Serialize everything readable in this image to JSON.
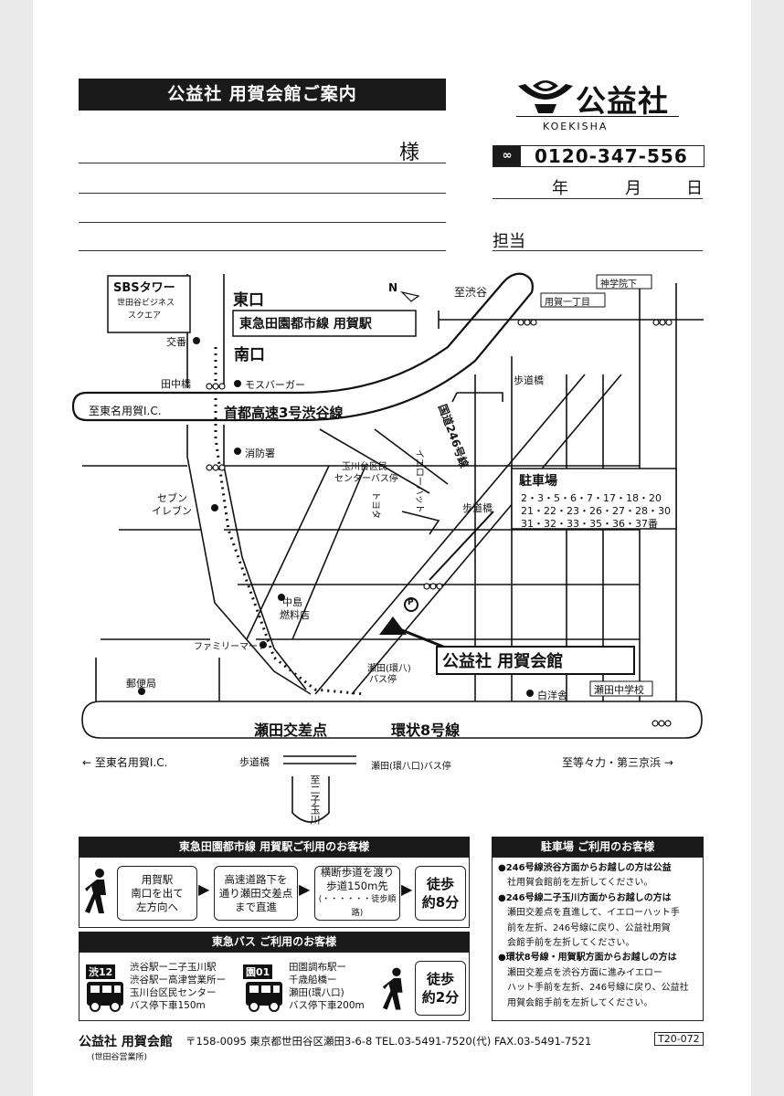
{
  "header": {
    "title": "公益社  用賀会館ご案内",
    "sama": "様",
    "date": {
      "year": "年",
      "month": "月",
      "day": "日"
    },
    "tanto": "担当"
  },
  "brand": {
    "name": "公益社",
    "romaji": "KOEKISHA",
    "free_dial_icon": "free-dial-icon",
    "phone": "0120-347-556"
  },
  "map": {
    "north": "N",
    "sbs_tower": "SBSタワー",
    "sbs_sub1": "世田谷ビジネス",
    "sbs_sub2": "スクエア",
    "east_exit": "東口",
    "station": "東急田園都市線 用賀駅",
    "south_exit": "南口",
    "koban": "交番",
    "tanakabashi": "田中橋",
    "mos": "モスバーガー",
    "to_tomei": "至東名用賀I.C.",
    "expressway": "首都高速3号渋谷線",
    "to_shibuya": "至渋谷",
    "youga1": "用賀一丁目",
    "jingu": "神学院下",
    "hodokyo": "歩道橋",
    "route246": "国道246号線",
    "fire": "消防署",
    "busstop_center1": "玉川台区民",
    "busstop_center2": "センターバス停",
    "yellowhat": "イエローハット",
    "toyota": "トヨタ",
    "seven": "セブン",
    "eleven": "イレブン",
    "parking_title": "駐車場",
    "parking_l1": "2・3・5・6・7・17・18・20",
    "parking_l2": "21・22・23・26・27・28・30",
    "parking_l3": "31・32・33・35・36・37番",
    "parking_icon": "P",
    "nakajima1": "中島",
    "nakajima2": "燃料店",
    "familymart": "ファミリーマート",
    "post": "郵便局",
    "hall": "公益社  用賀会館",
    "seta_busstop1": "瀬田(環八)",
    "seta_busstop2": "バス停",
    "hakuyosha": "白洋舎",
    "seta_jhs": "瀬田中学校",
    "seta_crossing": "瀬田交差点",
    "kanpachi": "環状8号線",
    "to_tomei2": "至東名用賀I.C.",
    "hodokyo2": "歩道橋",
    "seta_kanpachi_bus": "瀬田(環八口)バス停",
    "to_todoroki": "至等々力・第三京浜",
    "to_futako": "至二子玉川"
  },
  "train_section": {
    "heading": "東急田園都市線 用賀駅ご利用のお客様",
    "steps": [
      [
        "用賀駅",
        "南口を出て",
        "左方向へ"
      ],
      [
        "高速道路下を",
        "通り瀬田交差点",
        "まで直進"
      ],
      [
        "横断歩道を渡り",
        "歩道150m先",
        "(・・・・・・徒歩順路)"
      ]
    ],
    "walk": [
      "徒歩",
      "約8分"
    ]
  },
  "bus_section": {
    "heading": "東急バス ご利用のお客様",
    "route1_badge": "渋12",
    "route1": [
      "渋谷駅ー二子玉川駅",
      "渋谷駅ー高津営業所ー",
      "玉川台区民センター",
      "バス停下車150m"
    ],
    "route2_badge": "園01",
    "route2": [
      "田園調布駅ー",
      "千歳船橋ー",
      "瀬田(環八口)",
      "バス停下車200m"
    ],
    "walk": [
      "徒歩",
      "約2分"
    ]
  },
  "parking_section": {
    "heading": "駐車場 ご利用のお客様",
    "items": [
      "●246号線渋谷方面からお越しの方は公益",
      "　社用賀会館前を左折してください。",
      "●246号線二子玉川方面からお越しの方は",
      "　瀬田交差点を直進して、イエローハット手",
      "　前を左折、246号線に戻り、公益社用賀",
      "　会館手前を左折してください。",
      "●環状8号線・用賀駅方面からお越しの方は",
      "　瀬田交差点を渋谷方面に進みイエロー",
      "　ハット手前を左折、246号線に戻り、公益社",
      "　用賀会館手前を左折してください。"
    ]
  },
  "footer": {
    "name": "公益社  用賀会館",
    "branch": "(世田谷営業所)",
    "address": "〒158-0095 東京都世田谷区瀬田3-6-8 TEL.03-5491-7520(代) FAX.03-5491-7521",
    "code": "T20-072"
  }
}
